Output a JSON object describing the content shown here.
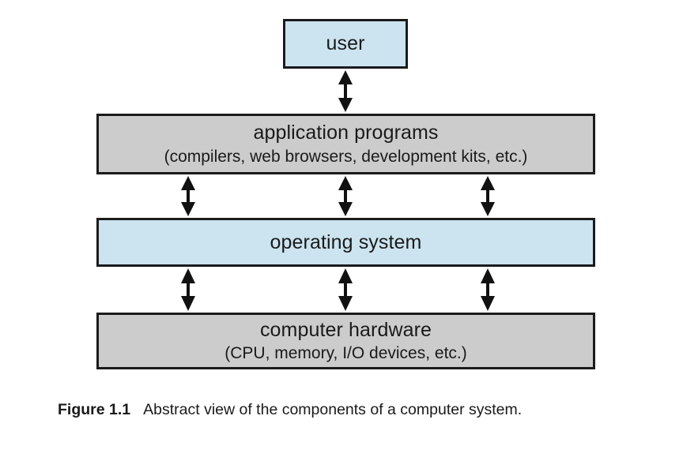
{
  "figure": {
    "label": "Figure 1.1",
    "caption": "Abstract view of the components of a computer system."
  },
  "colors": {
    "highlight_fill": "#cbe4ef",
    "neutral_fill": "#cccccc",
    "stroke": "#1b1b1b",
    "background": "#ffffff"
  },
  "diagram": {
    "type": "layered-block-diagram",
    "layers": [
      {
        "id": "user",
        "title": "user",
        "subtitle": "",
        "fill": "#cbe4ef"
      },
      {
        "id": "application-programs",
        "title": "application programs",
        "subtitle": "(compilers, web browsers, development kits, etc.)",
        "fill": "#cccccc"
      },
      {
        "id": "operating-system",
        "title": "operating system",
        "subtitle": "",
        "fill": "#cbe4ef"
      },
      {
        "id": "computer-hardware",
        "title": "computer hardware",
        "subtitle": "(CPU, memory, I/O devices, etc.)",
        "fill": "#cccccc"
      }
    ],
    "connectors": [
      {
        "id": "user-to-apps",
        "style": "double-headed-vertical-arrow",
        "count": 1
      },
      {
        "id": "apps-to-os",
        "style": "double-headed-vertical-arrow",
        "count": 3
      },
      {
        "id": "os-to-hardware",
        "style": "double-headed-vertical-arrow",
        "count": 3
      }
    ]
  }
}
